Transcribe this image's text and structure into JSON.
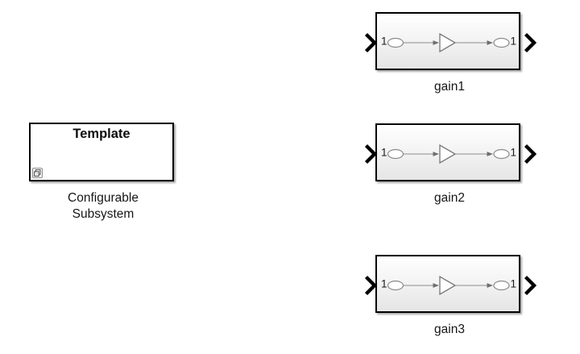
{
  "colors": {
    "background": "#ffffff",
    "block_border": "#000000",
    "gain_fill_top": "#ffffff",
    "gain_fill_bottom": "#e5e5e5",
    "signal_line": "#8c8c8c",
    "gain_triangle_stroke": "#777777",
    "port_chevron": "#000000"
  },
  "template_block": {
    "title": "Template",
    "label_line1": "Configurable",
    "label_line2": "Subsystem",
    "badge_icon": "copy-stack-icon"
  },
  "gain_blocks": [
    {
      "label": "gain1",
      "input_port_number": "1",
      "output_port_number": "1"
    },
    {
      "label": "gain2",
      "input_port_number": "1",
      "output_port_number": "1"
    },
    {
      "label": "gain3",
      "input_port_number": "1",
      "output_port_number": "1"
    }
  ]
}
